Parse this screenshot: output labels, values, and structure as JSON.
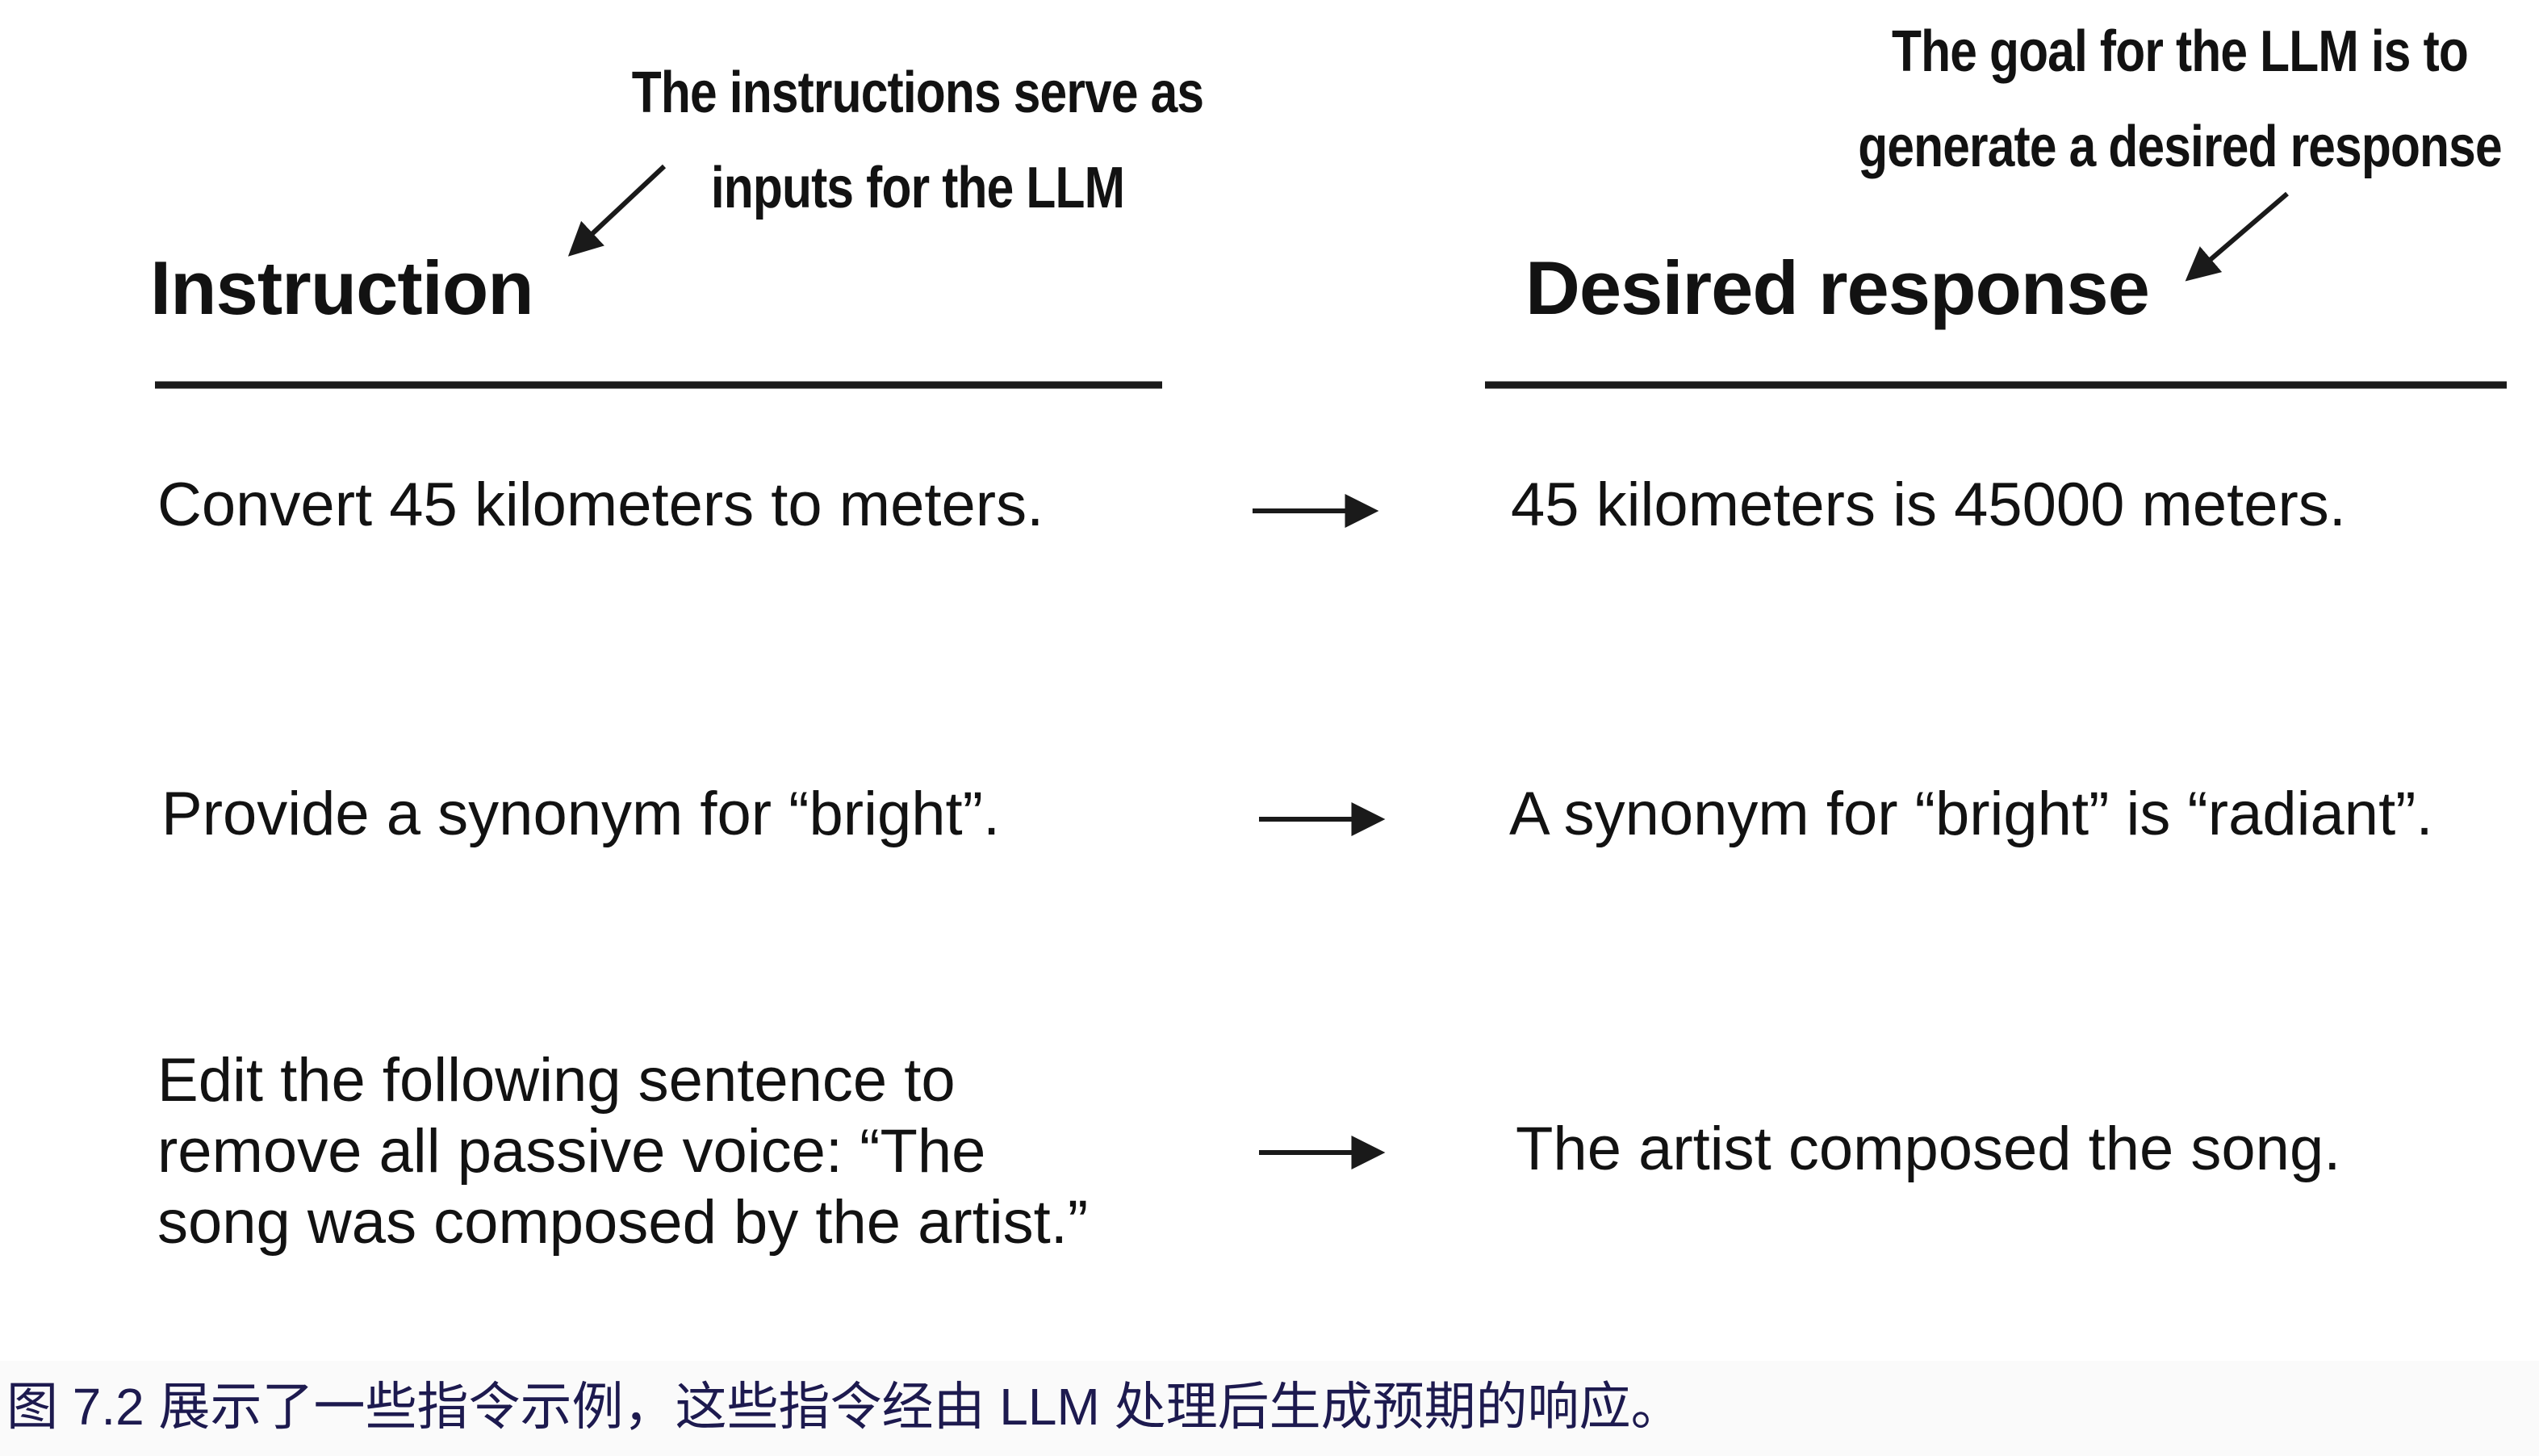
{
  "colors": {
    "text": "#121212",
    "line": "#1a1a1a",
    "caption": "#1d1a4f",
    "background": "#ffffff",
    "caption_band": "#fafafa"
  },
  "annotations": {
    "left": "The instructions serve as\ninputs for the LLM",
    "right": "The goal for the LLM is to\ngenerate a desired response"
  },
  "columns": {
    "instruction": "Instruction",
    "response": "Desired response"
  },
  "rows": [
    {
      "instruction": "Convert 45 kilometers to meters.",
      "response": "45 kilometers is 45000 meters."
    },
    {
      "instruction": "Provide a synonym for “bright”.",
      "response": "A synonym for “bright” is “radiant”."
    },
    {
      "instruction": "Edit the following sentence to\nremove all passive voice: “The\nsong was composed by the artist.”",
      "response": "The artist composed the song."
    }
  ],
  "caption": "图 7.2 展示了一些指令示例，这些指令经由 LLM 处理后生成预期的响应。"
}
